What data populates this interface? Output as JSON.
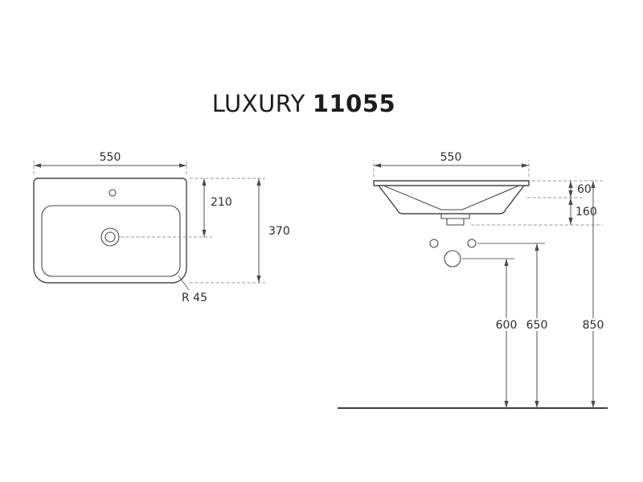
{
  "title": {
    "brand": "LUXURY",
    "model": "11055"
  },
  "plan_view": {
    "width": "550",
    "tap_center_depth": "210",
    "overall_depth": "370",
    "corner_radius": "R 45"
  },
  "front_view": {
    "width": "550",
    "rim_height": "60",
    "total_depth": "160",
    "waste_outlet_height": "600",
    "wall_holes_height": "650",
    "rim_height_from_floor": "850"
  }
}
